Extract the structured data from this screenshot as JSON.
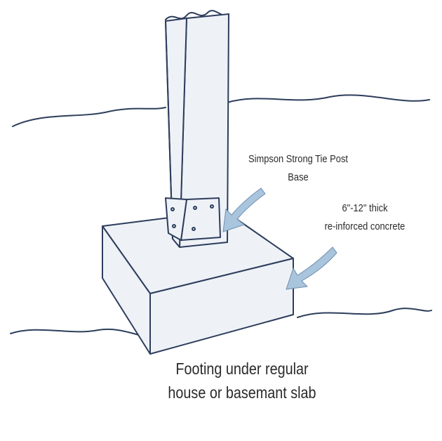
{
  "labels": {
    "post_base": [
      "Simpson Strong Tie Post",
      "Base"
    ],
    "concrete": [
      "6\"-12\" thick",
      "re-inforced concrete"
    ],
    "caption": [
      "Footing under regular",
      "house or basemant slab"
    ]
  },
  "colors": {
    "line": "#2d3d5c",
    "arrow_fill": "#a9c4dd",
    "text": "#2a2a2a"
  }
}
